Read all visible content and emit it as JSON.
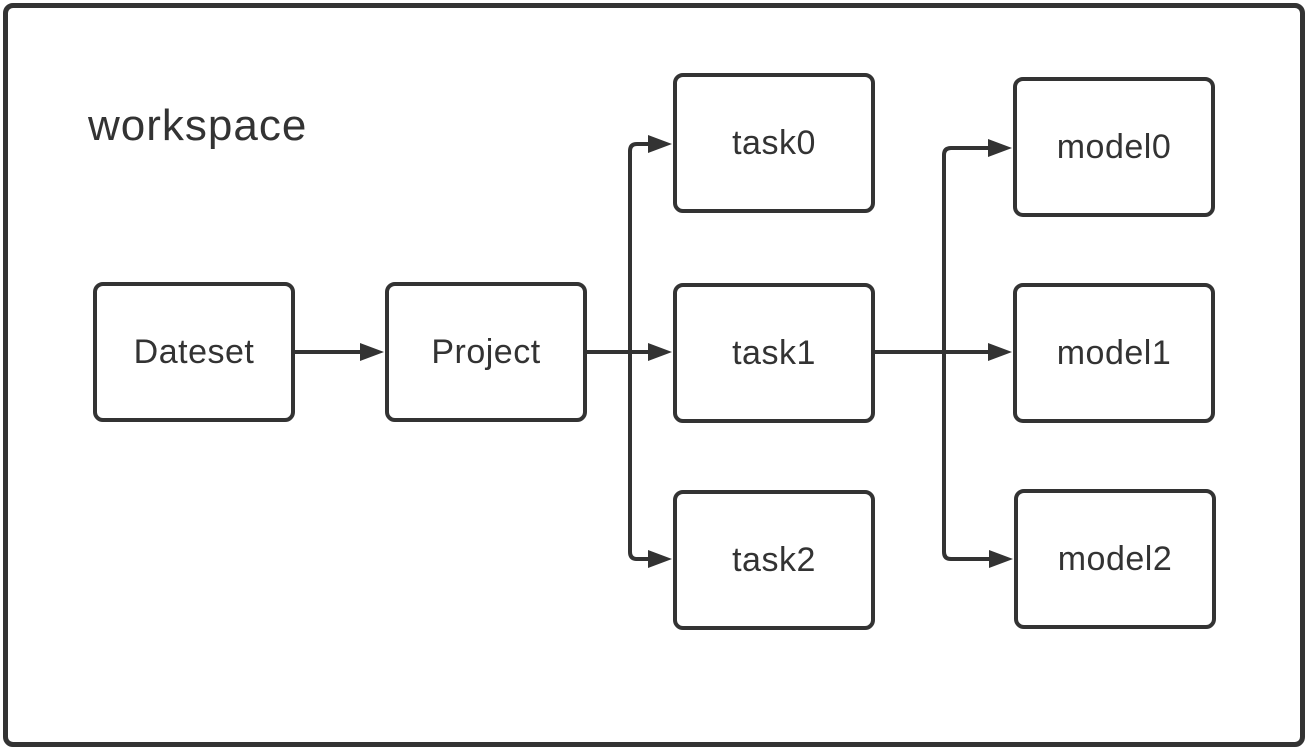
{
  "diagram": {
    "container_label": "workspace",
    "nodes": [
      {
        "id": "dateset",
        "label": "Dateset"
      },
      {
        "id": "project",
        "label": "Project"
      },
      {
        "id": "task0",
        "label": "task0"
      },
      {
        "id": "task1",
        "label": "task1"
      },
      {
        "id": "task2",
        "label": "task2"
      },
      {
        "id": "model0",
        "label": "model0"
      },
      {
        "id": "model1",
        "label": "model1"
      },
      {
        "id": "model2",
        "label": "model2"
      }
    ],
    "edges": [
      {
        "from": "Dateset",
        "to": "Project"
      },
      {
        "from": "Project",
        "to": "task0"
      },
      {
        "from": "Project",
        "to": "task1"
      },
      {
        "from": "Project",
        "to": "task2"
      },
      {
        "from": "task1",
        "to": "model0"
      },
      {
        "from": "task1",
        "to": "model1"
      },
      {
        "from": "task1",
        "to": "model2"
      }
    ],
    "colors": {
      "stroke": "#333333",
      "text": "#333333",
      "background": "#ffffff"
    }
  }
}
